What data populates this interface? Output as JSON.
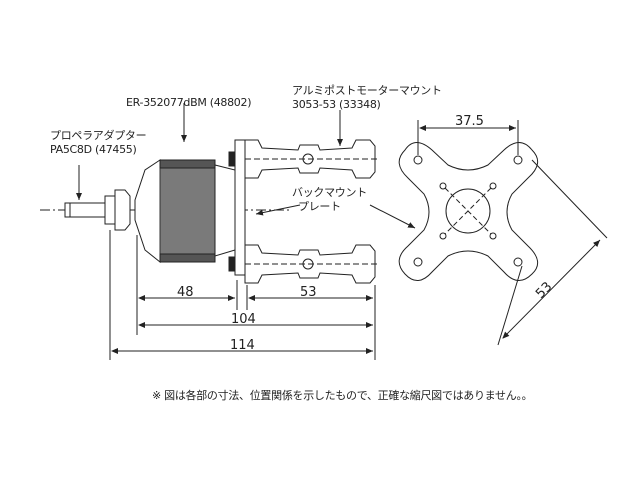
{
  "labels": {
    "motor": "ER-352077dBM (48802)",
    "standoff_name": "アルミポストモーターマウント",
    "standoff_code": "3053-53 (33348)",
    "adapter_name": "プロペラアダプター",
    "adapter_code": "PA5C8D (47455)",
    "backmount_line1": "バックマウント",
    "backmount_line2": "プレート"
  },
  "dimensions": {
    "motor_length": "48",
    "standoff_length": "53",
    "mount_total": "104",
    "overall": "114",
    "hole_spacing": "37.5",
    "diagonal": "53"
  },
  "note": "※ 図は各部の寸法、位置関係を示したもので、正確な縮尺図ではありません。。"
}
